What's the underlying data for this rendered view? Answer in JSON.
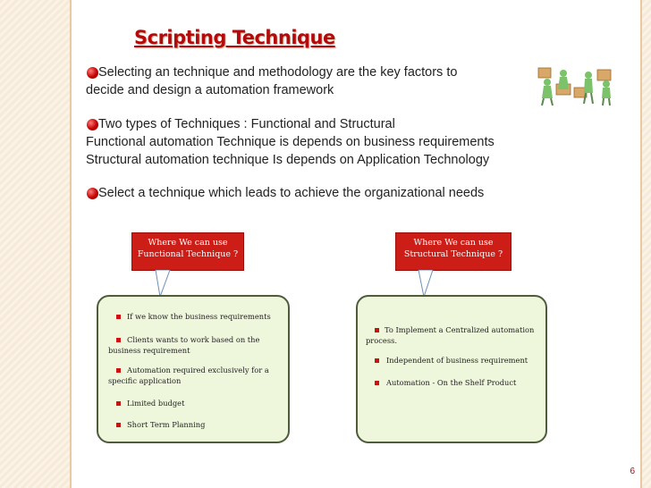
{
  "title": "Scripting Technique",
  "points": [
    {
      "line1": "   Selecting an technique and methodology are the key factors to",
      "line2": "decide and design a automation framework"
    },
    {
      "line1": "   Two types of Techniques : Functional and Structural",
      "line2": "Functional automation Technique is depends on business requirements",
      "line3": "Structural automation technique Is depends on Application Technology"
    },
    {
      "line1": "   Select a technique which leads to achieve the organizational needs"
    }
  ],
  "functional": {
    "question_line1": "Where We can use",
    "question_line2": "Functional Technique ?",
    "items": [
      {
        "l1": "If we know the business requirements"
      },
      {
        "l1": "Clients wants to work based on the",
        "l2": "business requirement"
      },
      {
        "l1": "Automation required exclusively for a",
        "l2": "specific application"
      },
      {
        "l1": "Limited budget"
      },
      {
        "l1": "Short Term Planning"
      }
    ]
  },
  "structural": {
    "question_line1": "Where We can use",
    "question_line2": "Structural Technique ?",
    "items": [
      {
        "l1": "To Implement a Centralized automation",
        "l2": "process."
      },
      {
        "l1": "Independent of business requirement"
      },
      {
        "l1": "Automation - On the Shelf Product"
      }
    ]
  },
  "page_number": "6",
  "colors": {
    "title": "#b30b0b",
    "callout": "#cc1d17",
    "card_bg": "#eef6db"
  }
}
